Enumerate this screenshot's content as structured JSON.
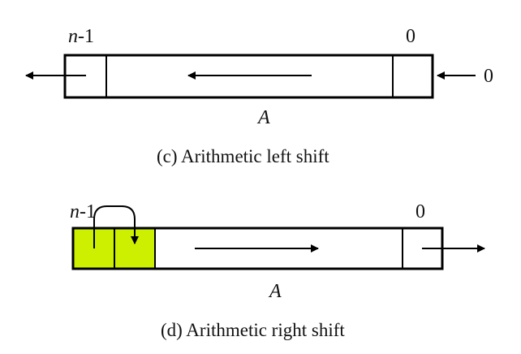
{
  "left_shift": {
    "msb_label_var": "n",
    "msb_label_rest": "-1",
    "lsb_label": "0",
    "input_label": "0",
    "register_label": "A",
    "caption": "(c)  Arithmetic left shift"
  },
  "right_shift": {
    "msb_label_var": "n",
    "msb_label_rest": "-1",
    "lsb_label": "0",
    "register_label": "A",
    "caption": "(d)  Arithmetic right shift",
    "sign_fill_color": "#ccf000"
  }
}
